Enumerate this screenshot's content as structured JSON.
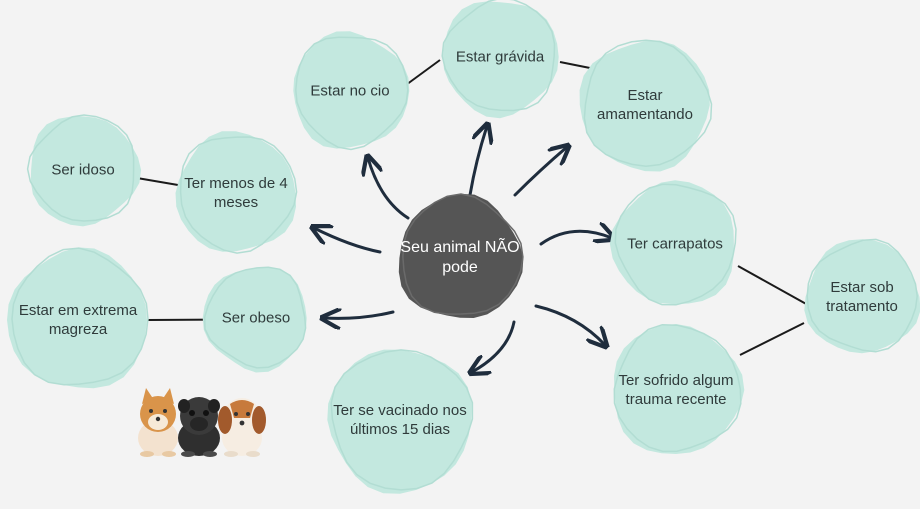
{
  "diagram": {
    "center": {
      "text": "Seu animal NÃO pode"
    },
    "nodes": [
      {
        "id": "estar-no-cio",
        "text": "Estar no cio"
      },
      {
        "id": "estar-gravida",
        "text": "Estar grávida"
      },
      {
        "id": "estar-amamentando",
        "text": "Estar amamentando"
      },
      {
        "id": "ter-carrapatos",
        "text": "Ter carrapatos"
      },
      {
        "id": "estar-sob-tratamento",
        "text": "Estar sob tratamento"
      },
      {
        "id": "ter-sofrido-trauma",
        "text": "Ter sofrido algum trauma recente"
      },
      {
        "id": "ter-se-vacinado",
        "text": "Ter se vacinado nos últimos 15 dias"
      },
      {
        "id": "ser-obeso",
        "text": "Ser obeso"
      },
      {
        "id": "estar-extrema-magreza",
        "text": "Estar em extrema magreza"
      },
      {
        "id": "ter-menos-4-meses",
        "text": "Ter menos de 4 meses"
      },
      {
        "id": "ser-idoso",
        "text": "Ser idoso"
      }
    ],
    "arrows_from_center_to": [
      "estar-no-cio",
      "estar-gravida",
      "estar-amamentando",
      "ter-carrapatos",
      "ter-sofrido-trauma",
      "ter-se-vacinado",
      "ser-obeso",
      "ter-menos-4-meses"
    ],
    "links": [
      [
        "estar-no-cio",
        "estar-gravida"
      ],
      [
        "estar-gravida",
        "estar-amamentando"
      ],
      [
        "ter-carrapatos",
        "estar-sob-tratamento"
      ],
      [
        "ter-sofrido-trauma",
        "estar-sob-tratamento"
      ],
      [
        "ser-obeso",
        "estar-extrema-magreza"
      ],
      [
        "ter-menos-4-meses",
        "ser-idoso"
      ]
    ],
    "illustration": "three-puppies-illustration"
  },
  "colors": {
    "background": "#f3f3f3",
    "bubble_fill": "#c3e8df",
    "center_fill": "#555555",
    "arrow": "#1f2d3d",
    "text": "#2f3b3b"
  }
}
